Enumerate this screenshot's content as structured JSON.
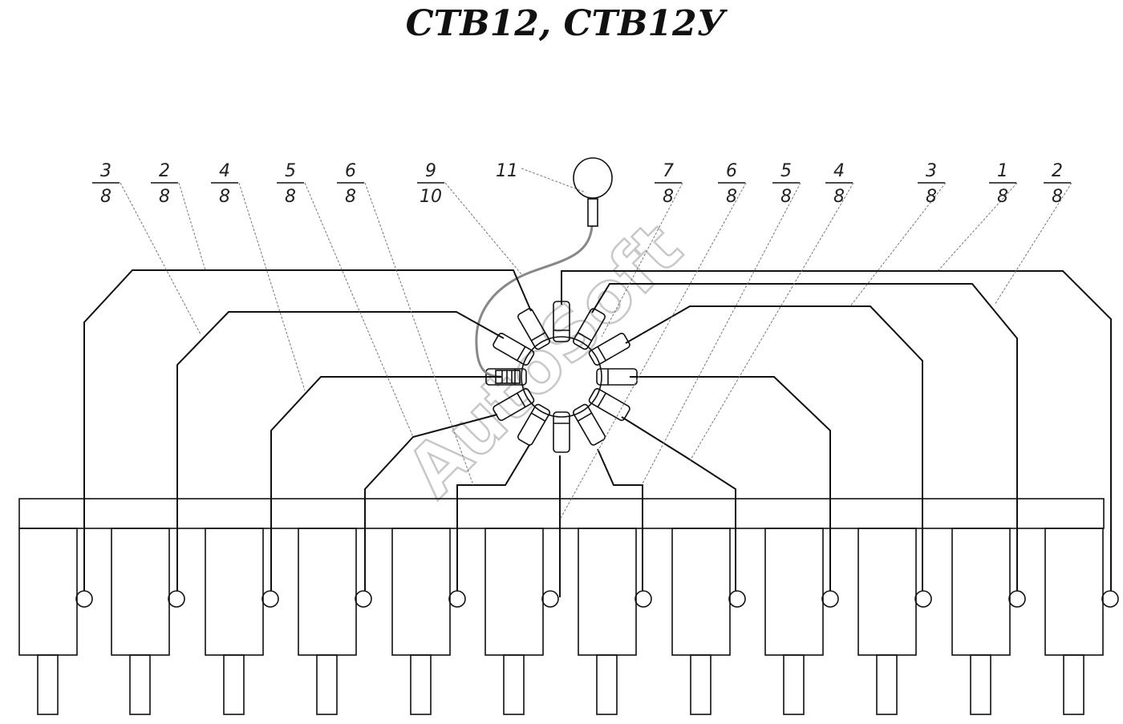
{
  "title": "СТВ12, СТВ12У",
  "watermark": "AutoSoft",
  "callouts": [
    {
      "num": "3",
      "den": "8"
    },
    {
      "num": "2",
      "den": "8"
    },
    {
      "num": "4",
      "den": "8"
    },
    {
      "num": "5",
      "den": "8"
    },
    {
      "num": "6",
      "den": "8"
    },
    {
      "num": "9",
      "den": "10"
    },
    {
      "num": "11",
      "den": ""
    },
    {
      "num": "7",
      "den": "8"
    },
    {
      "num": "6",
      "den": "8"
    },
    {
      "num": "5",
      "den": "8"
    },
    {
      "num": "4",
      "den": "8"
    },
    {
      "num": "3",
      "den": "8"
    },
    {
      "num": "1",
      "den": "8"
    },
    {
      "num": "2",
      "den": "8"
    }
  ],
  "colors": {
    "line": "#111111",
    "watermark": "#c8c8c8",
    "background": "#ffffff"
  }
}
